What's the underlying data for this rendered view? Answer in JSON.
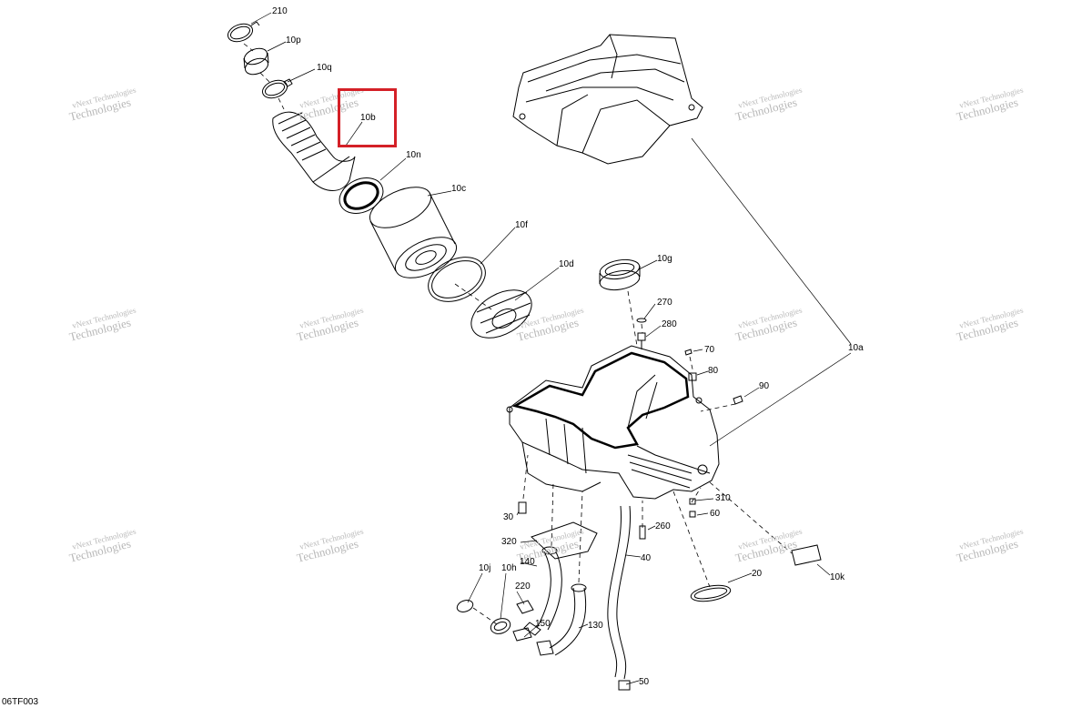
{
  "figure_code": "06TF003",
  "watermark": {
    "line1": "vNext Technologies",
    "line2": "Technologies"
  },
  "highlight_color": "#d42027",
  "highlighted_callout": "10b",
  "callouts": [
    {
      "id": "c210",
      "text": "210"
    },
    {
      "id": "c10p",
      "text": "10p"
    },
    {
      "id": "c10q",
      "text": "10q"
    },
    {
      "id": "c10b",
      "text": "10b"
    },
    {
      "id": "c10n",
      "text": "10n"
    },
    {
      "id": "c10c",
      "text": "10c"
    },
    {
      "id": "c10f",
      "text": "10f"
    },
    {
      "id": "c10d",
      "text": "10d"
    },
    {
      "id": "c10g",
      "text": "10g"
    },
    {
      "id": "c270",
      "text": "270"
    },
    {
      "id": "c280",
      "text": "280"
    },
    {
      "id": "c70",
      "text": "70"
    },
    {
      "id": "c80",
      "text": "80"
    },
    {
      "id": "c90",
      "text": "90"
    },
    {
      "id": "c10a",
      "text": "10a"
    },
    {
      "id": "c310",
      "text": "310"
    },
    {
      "id": "c60",
      "text": "60"
    },
    {
      "id": "c260",
      "text": "260"
    },
    {
      "id": "c30",
      "text": "30"
    },
    {
      "id": "c320",
      "text": "320"
    },
    {
      "id": "c40",
      "text": "40"
    },
    {
      "id": "c20",
      "text": "20"
    },
    {
      "id": "c10k",
      "text": "10k"
    },
    {
      "id": "c10j",
      "text": "10j"
    },
    {
      "id": "c10h",
      "text": "10h"
    },
    {
      "id": "c140",
      "text": "140"
    },
    {
      "id": "c220",
      "text": "220"
    },
    {
      "id": "c150",
      "text": "150"
    },
    {
      "id": "c130",
      "text": "130"
    },
    {
      "id": "c50",
      "text": "50"
    }
  ]
}
